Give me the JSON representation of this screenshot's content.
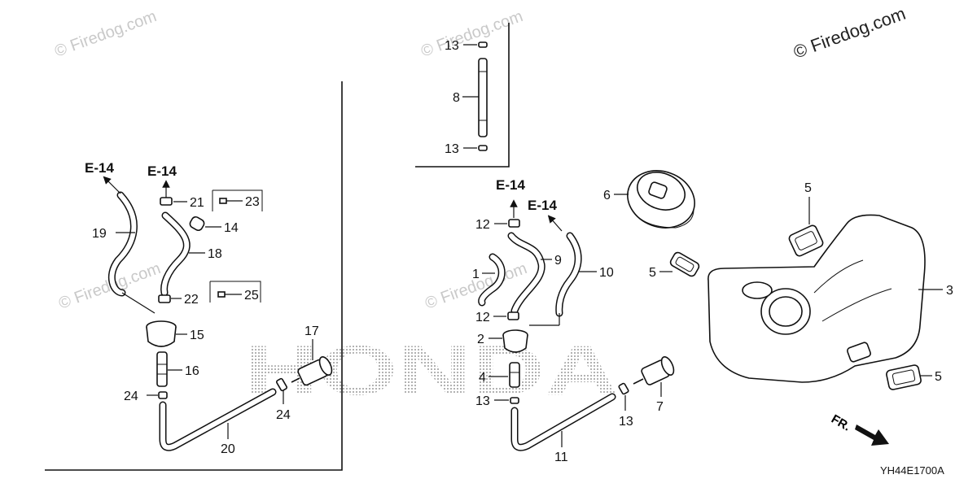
{
  "watermarks": {
    "main": "© Firedog.com",
    "faint": "© Firedog.com"
  },
  "diagram_code": "YH44E1700A",
  "direction_label": "FR.",
  "brand_backdrop": "HONDA",
  "refs": {
    "e14_a": "E-14",
    "e14_b": "E-14",
    "e14_c": "E-14",
    "e14_d": "E-14"
  },
  "callouts": {
    "c1": "1",
    "c2": "2",
    "c3": "3",
    "c4": "4",
    "c5a": "5",
    "c5b": "5",
    "c5c": "5",
    "c6": "6",
    "c7": "7",
    "c8": "8",
    "c9": "9",
    "c10": "10",
    "c11": "11",
    "c12a": "12",
    "c12b": "12",
    "c13a": "13",
    "c13b": "13",
    "c13c": "13",
    "c13d": "13",
    "c14": "14",
    "c15": "15",
    "c16": "16",
    "c17": "17",
    "c18": "18",
    "c19": "19",
    "c20": "20",
    "c21": "21",
    "c22": "22",
    "c23": "23",
    "c24a": "24",
    "c24b": "24",
    "c25": "25"
  }
}
